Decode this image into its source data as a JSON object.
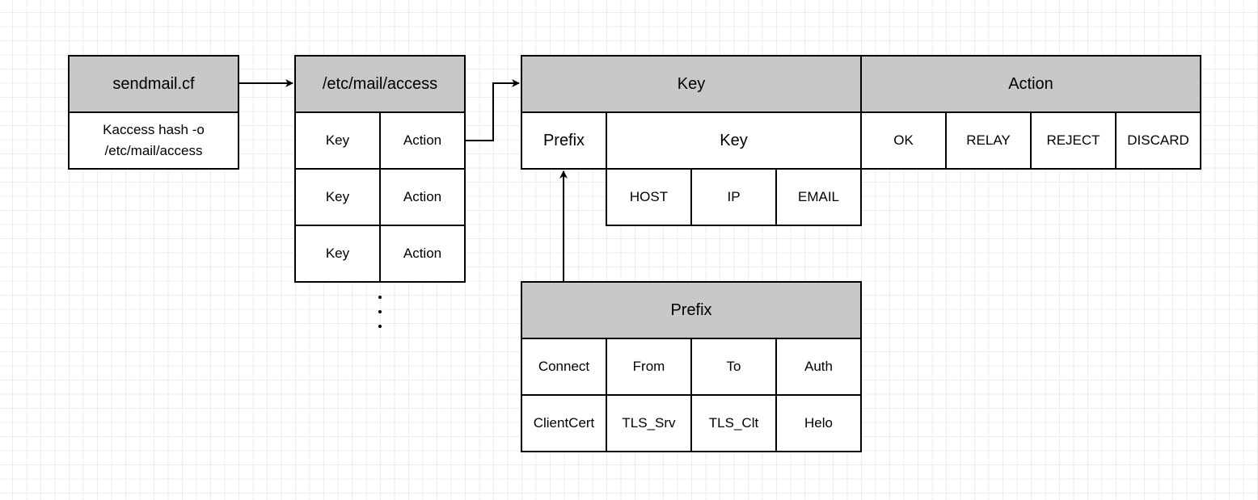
{
  "sendmail": {
    "header": "sendmail.cf",
    "config_line1": "Kaccess hash -o",
    "config_line2": "/etc/mail/access"
  },
  "access": {
    "header": "/etc/mail/access",
    "rows": [
      {
        "key": "Key",
        "action": "Action"
      },
      {
        "key": "Key",
        "action": "Action"
      },
      {
        "key": "Key",
        "action": "Action"
      }
    ]
  },
  "key_table": {
    "header": "Key",
    "prefix_label": "Prefix",
    "key_label": "Key",
    "key_types": [
      "HOST",
      "IP",
      "EMAIL"
    ]
  },
  "action_table": {
    "header": "Action",
    "actions": [
      "OK",
      "RELAY",
      "REJECT",
      "DISCARD"
    ]
  },
  "prefix_table": {
    "header": "Prefix",
    "row1": [
      "Connect",
      "From",
      "To",
      "Auth"
    ],
    "row2": [
      "ClientCert",
      "TLS_Srv",
      "TLS_Clt",
      "Helo"
    ]
  }
}
